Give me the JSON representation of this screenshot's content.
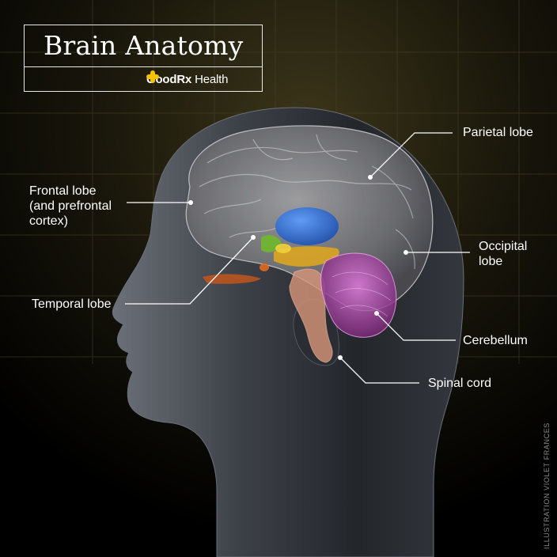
{
  "header": {
    "title": "Brain Anatomy",
    "brand_name_bold": "GoodRx",
    "brand_name_light": " Health",
    "brand_icon": "plus-cross-icon",
    "brand_color": "#f6c200"
  },
  "labels": {
    "parietal": "Parietal lobe",
    "frontal_1": "Frontal lobe",
    "frontal_2": "(and prefrontal",
    "frontal_3": "cortex)",
    "occipital_1": "Occipital",
    "occipital_2": "lobe",
    "temporal": "Temporal lobe",
    "cerebellum": "Cerebellum",
    "spinal": "Spinal cord"
  },
  "credit": "ILLUSTRATION VIOLET FRANCES",
  "colors": {
    "background": "#000000",
    "grid": "#3a3520",
    "head": "#4a4e56",
    "brain": "#8c8c90",
    "ventricle_blue": "#2f6fd6",
    "basal_yellow": "#e0a81c",
    "cerebellum_magenta": "#c04ab8",
    "amygdala_green": "#6fb82a",
    "brainstem_peach": "#d8967a"
  }
}
